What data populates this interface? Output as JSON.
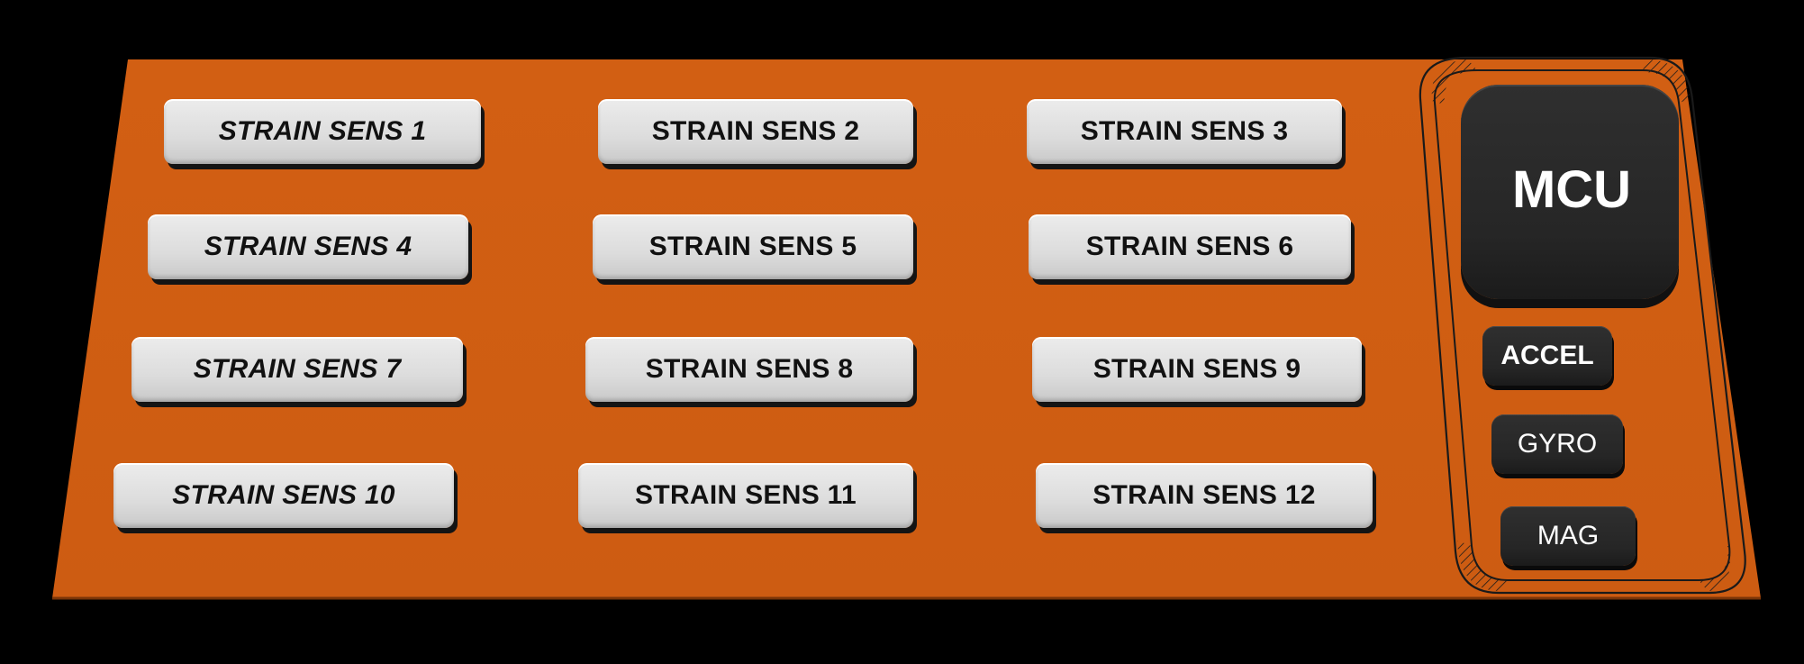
{
  "colors": {
    "background": "#000000",
    "board": "#d05e13",
    "sensor_button": "#dcdcdc",
    "chip": "#262626"
  },
  "sensors": {
    "s1": "STRAIN SENS 1",
    "s2": "STRAIN SENS 2",
    "s3": "STRAIN SENS 3",
    "s4": "STRAIN SENS 4",
    "s5": "STRAIN SENS 5",
    "s6": "STRAIN SENS 6",
    "s7": "STRAIN SENS 7",
    "s8": "STRAIN SENS 8",
    "s9": "STRAIN SENS 9",
    "s10": "STRAIN SENS 10",
    "s11": "STRAIN SENS 11",
    "s12": "STRAIN SENS 12"
  },
  "module": {
    "mcu": "MCU",
    "accel": "ACCEL",
    "gyro": "GYRO",
    "mag": "MAG"
  }
}
